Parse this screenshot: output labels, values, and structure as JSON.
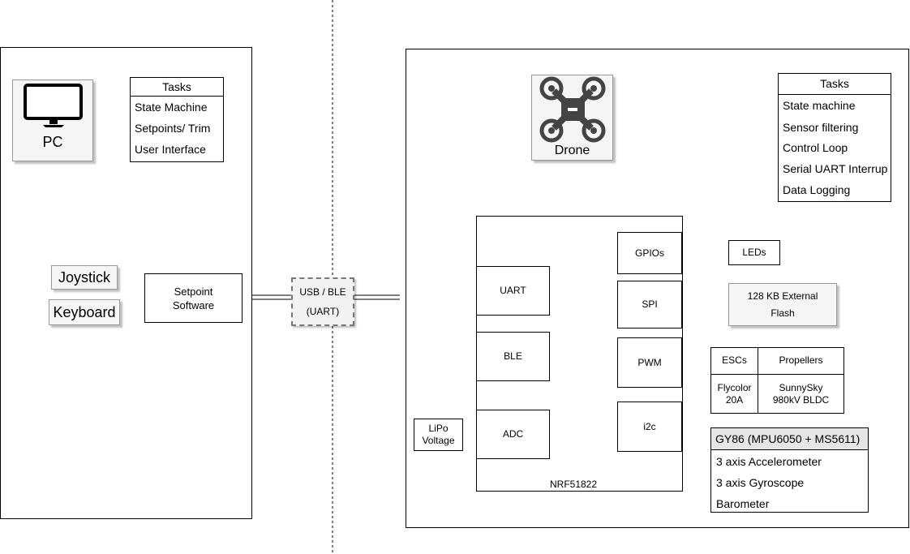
{
  "pc": {
    "label": "PC",
    "tasks_title": "Tasks",
    "tasks": [
      "State Machine",
      "Setpoints/ Trim",
      "User Interface"
    ],
    "joystick": "Joystick",
    "keyboard": "Keyboard",
    "setpoint_line1": "Setpoint",
    "setpoint_line2": "Software"
  },
  "link": {
    "line1": "USB / BLE",
    "line2": "(UART)"
  },
  "drone": {
    "label": "Drone",
    "tasks_title": "Tasks",
    "tasks": [
      "State machine",
      "Sensor filtering",
      "Control Loop",
      "Serial UART Interrup",
      "Data Logging"
    ],
    "mcu_label": "NRF51822",
    "uart": "UART",
    "ble": "BLE",
    "adc": "ADC",
    "gpios": "GPIOs",
    "spi": "SPI",
    "pwm": "PWM",
    "i2c": "i2c",
    "lipo_line1": "LiPo",
    "lipo_line2": "Voltage",
    "leds": "LEDs",
    "flash_line1": "128 KB External",
    "flash_line2": "Flash",
    "esc_table": {
      "col1_head": "ESCs",
      "col2_head": "Propellers",
      "col1_line1": "Flycolor",
      "col1_line2": "20A",
      "col2_line1": "SunnySky",
      "col2_line2": "980kV BLDC"
    },
    "sensor_title": "GY86 (MPU6050 + MS5611)",
    "sensors": [
      "3 axis Accelerometer",
      "3 axis Gyroscope",
      "Barometer"
    ]
  }
}
